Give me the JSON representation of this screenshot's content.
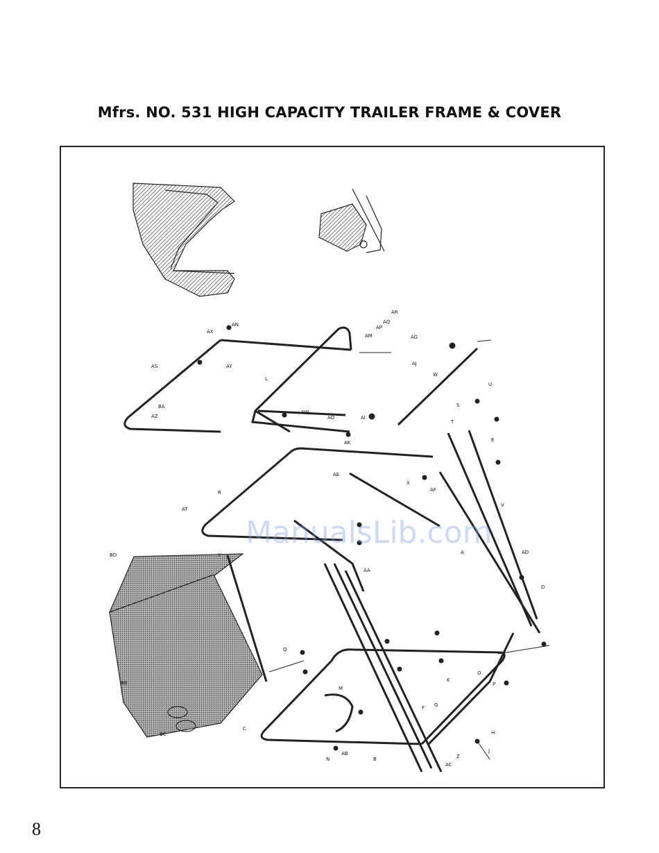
{
  "title": "Mfrs. NO. 531 HIGH CAPACITY TRAILER FRAME & COVER",
  "page_number": "8",
  "watermark": "ManualsLib.com",
  "part_labels": [
    "AX",
    "AN",
    "AS",
    "AY",
    "BA",
    "AZ",
    "L",
    "AW",
    "AO",
    "AI",
    "AK",
    "AR",
    "AM",
    "AP",
    "AQ",
    "AG",
    "AJ",
    "W",
    "U",
    "S",
    "T",
    "E",
    "AE",
    "R",
    "AT",
    "AF",
    "X",
    "A",
    "V",
    "AA",
    "AD",
    "D",
    "BD",
    "BB",
    "BC",
    "Y",
    "Q",
    "M",
    "K",
    "N",
    "P",
    "Z",
    "F",
    "C",
    "J",
    "O",
    "H",
    "AB",
    "AC",
    "G",
    "B"
  ]
}
